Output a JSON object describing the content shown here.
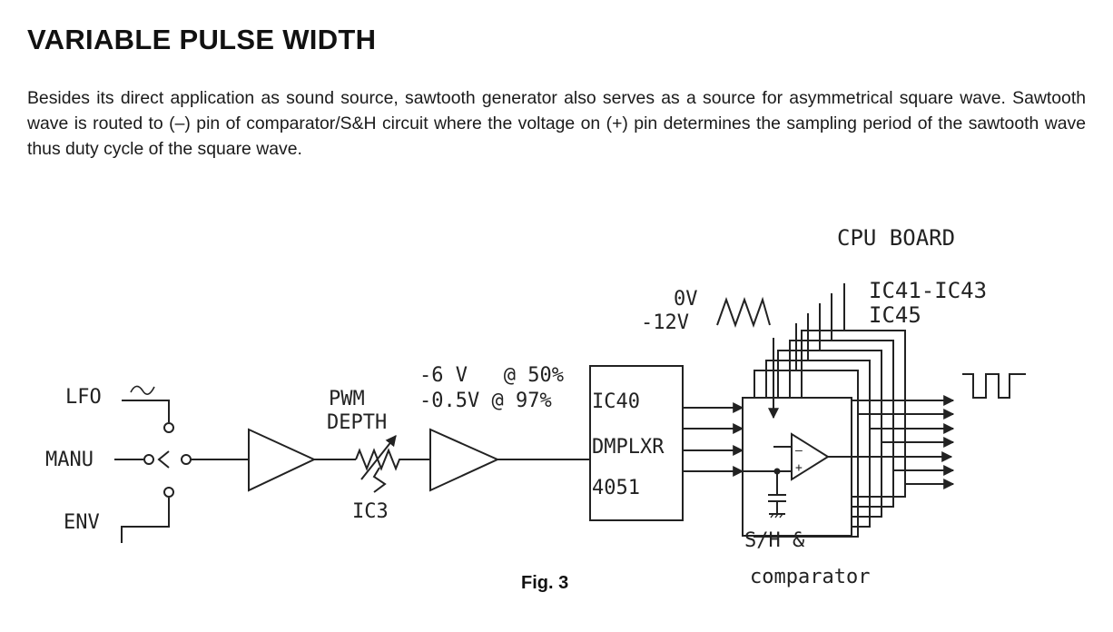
{
  "heading": "VARIABLE PULSE WIDTH",
  "paragraph": "Besides its direct application as sound source, sawtooth generator also serves as a source for asymmetrical square wave. Sawtooth wave is routed to (–) pin of comparator/S&H circuit where the voltage on (+) pin determines the sampling period of the sawtooth wave thus duty cycle of the square wave.",
  "diagram": {
    "cpu_board": "CPU BOARD",
    "ic_group_1": "IC41-IC43",
    "ic_group_2": "IC45",
    "sawtooth_top": "0V",
    "sawtooth_bottom": "-12V",
    "switch_lfo": "LFO",
    "switch_manu": "MANU",
    "switch_env": "ENV",
    "pwm_line1": "PWM",
    "pwm_line2": "DEPTH",
    "ic3": "IC3",
    "volt_line1": "-6 V   @ 50%",
    "volt_line2": "-0.5V @ 97%",
    "mux_line1": "IC40",
    "mux_line2": "DMPLXR",
    "mux_line3": "4051",
    "minus_sign": "–",
    "plus_sign": "+",
    "sh_line1": "S/H &",
    "sh_line2": "comparator",
    "figure_caption": "Fig. 3"
  }
}
